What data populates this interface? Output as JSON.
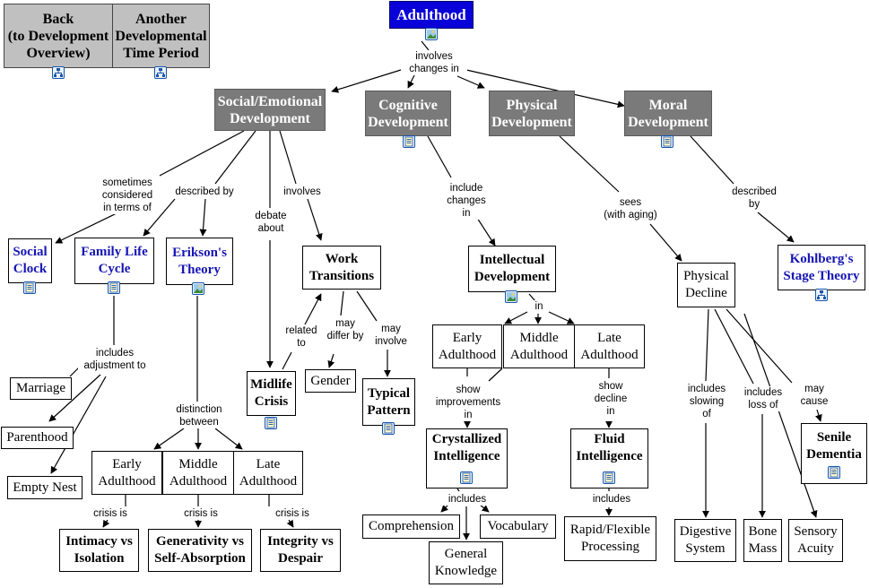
{
  "nodes": {
    "back": "Back\n(to Development\nOverview)",
    "another": "Another\nDevelopmental\nTime Period",
    "adulthood": "Adulthood",
    "social_emotional": "Social/Emotional\nDevelopment",
    "cognitive": "Cognitive\nDevelopment",
    "physical": "Physical\nDevelopment",
    "moral": "Moral\nDevelopment",
    "social_clock": "Social\nClock",
    "family_life_cycle": "Family Life\nCycle",
    "eriksons_theory": "Erikson's\nTheory",
    "work_transitions": "Work\nTransitions",
    "intellectual_development": "Intellectual\nDevelopment",
    "physical_decline": "Physical\nDecline",
    "kohlbergs_stage_theory": "Kohlberg's\nStage Theory",
    "marriage": "Marriage",
    "parenthood": "Parenthood",
    "empty_nest": "Empty Nest",
    "midlife_crisis": "Midlife\nCrisis",
    "gender": "Gender",
    "typical_pattern": "Typical\nPattern",
    "early_adulthood_cog": "Early\nAdulthood",
    "middle_adulthood_cog": "Middle\nAdulthood",
    "late_adulthood_cog": "Late\nAdulthood",
    "crystallized_intelligence": "Crystallized\nIntelligence",
    "fluid_intelligence": "Fluid\nIntelligence",
    "senile_dementia": "Senile\nDementia",
    "early_adulthood_soc": "Early\nAdulthood",
    "middle_adulthood_soc": "Middle\nAdulthood",
    "late_adulthood_soc": "Late\nAdulthood",
    "intimacy_vs_isolation": "Intimacy vs\nIsolation",
    "generativity_vs_self_absorption": "Generativity vs\nSelf-Absorption",
    "integrity_vs_despair": "Integrity vs\nDespair",
    "comprehension": "Comprehension",
    "vocabulary": "Vocabulary",
    "general_knowledge": "General\nKnowledge",
    "rapid_flexible_processing": "Rapid/Flexible\nProcessing",
    "digestive_system": "Digestive\nSystem",
    "bone_mass": "Bone\nMass",
    "sensory_acuity": "Sensory\nAcuity"
  },
  "links": {
    "involves_changes_in": "involves\nchanges in",
    "sometimes_considered": "sometimes\nconsidered\nin terms of",
    "described_by_soc": "described by",
    "debate_about": "debate\nabout",
    "involves": "involves",
    "include_changes_in": "include\nchanges\nin",
    "sees_with_aging": "sees\n(with aging)",
    "described_by_moral": "described\nby",
    "includes_adjustment_to": "includes\nadjustment to",
    "related_to": "related\nto",
    "may_differ_by": "may\ndiffer by",
    "may_involve": "may\ninvolve",
    "in": "in",
    "show_improvements_in": "show\nimprovements\nin",
    "show_decline_in": "show\ndecline\nin",
    "includes_slowing_of": "includes\nslowing\nof",
    "includes_loss_of": "includes\nloss of",
    "may_cause": "may\ncause",
    "distinction_between": "distinction\nbetween",
    "crisis_is_1": "crisis is",
    "crisis_is_2": "crisis is",
    "crisis_is_3": "crisis is",
    "includes_crys": "includes",
    "includes_fluid": "includes"
  },
  "icons": [
    "concept-map-icon",
    "image-icon",
    "document-icon"
  ],
  "colors": {
    "root": "#0a00d8",
    "category": "#7a7a7a",
    "nav": "#c0c0c0",
    "link_node": "#1515b5"
  }
}
